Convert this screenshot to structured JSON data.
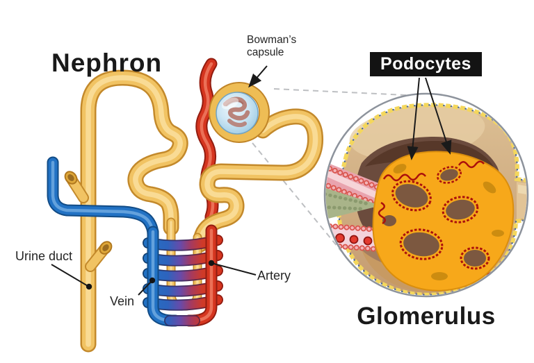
{
  "diagram": {
    "nephron": {
      "title": "Nephron",
      "labels": {
        "bowmans_capsule_line1": "Bowman’s",
        "bowmans_capsule_line2": "capsule",
        "urine_duct": "Urine duct",
        "vein": "Vein",
        "artery": "Artery"
      }
    },
    "glomerulus": {
      "podocytes_label": "Podocytes",
      "title": "Glomerulus"
    }
  },
  "palette": {
    "tubule_yellow": "#f1c363",
    "tubule_border": "#c3892b",
    "vein_blue": "#2272c4",
    "artery_red": "#d5351f",
    "capsule_fluid_blue": "#cfe7f4",
    "capillary_rose": "#b5786d",
    "podocyte_orange": "#f7a81a",
    "podocyte_fringe_red": "#ab100c",
    "capsule_wall_tan": "#d2b185",
    "interior_brown": "#6a4b3d",
    "membrane_yellow": "#f4d75c",
    "vessel_pink": "#e9a3ae",
    "granular_green": "#a9b489",
    "label_box_bg": "#131313",
    "label_box_text": "#ffffff",
    "text": "#1d1d1f",
    "dashed_line": "#bdbfc2"
  }
}
